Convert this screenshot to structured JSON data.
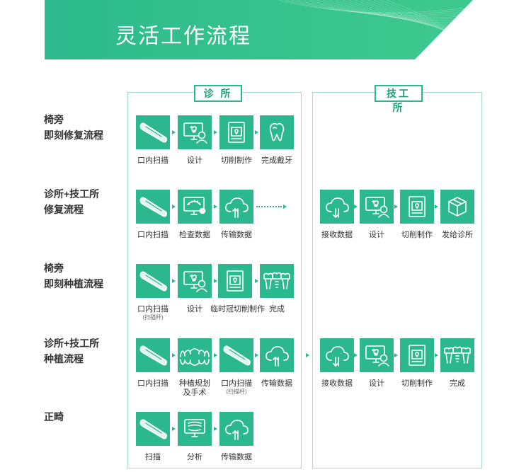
{
  "banner": {
    "title": "灵活工作流程"
  },
  "panels": {
    "clinic": "诊 所",
    "lab": "技工所"
  },
  "rows": [
    {
      "label": [
        "椅旁",
        "即刻修复流程"
      ],
      "steps": [
        {
          "icon": "scanner-icon",
          "label": "口内扫描"
        },
        {
          "icon": "design-icon",
          "label": "设计"
        },
        {
          "icon": "milling-icon",
          "label": "切削制作"
        },
        {
          "icon": "tooth-icon",
          "label": "完成戴牙"
        }
      ]
    },
    {
      "label": [
        "诊所+技工所",
        "修复流程"
      ],
      "steps": [
        {
          "icon": "scanner-icon",
          "label": "口内扫描"
        },
        {
          "icon": "check-data-icon",
          "label": "检查数据"
        },
        {
          "icon": "cloud-upload-icon",
          "label": "传输数据"
        }
      ],
      "lab_steps": [
        {
          "icon": "cloud-download-icon",
          "label": "接收数据"
        },
        {
          "icon": "design-icon",
          "label": "设计"
        },
        {
          "icon": "milling-icon",
          "label": "切削制作"
        },
        {
          "icon": "box-icon",
          "label": "发给诊所"
        }
      ]
    },
    {
      "label": [
        "椅旁",
        "即刻种植流程"
      ],
      "steps": [
        {
          "icon": "scanner-icon",
          "label": "口内扫描",
          "sub": "(扫描杆)"
        },
        {
          "icon": "design-icon",
          "label": "设计"
        },
        {
          "icon": "milling-icon",
          "label": "临时冠切削制作"
        },
        {
          "icon": "implant-icon",
          "label": "完成"
        }
      ]
    },
    {
      "label": [
        "诊所+技工所",
        "种植流程"
      ],
      "steps": [
        {
          "icon": "scanner-icon",
          "label": "口内扫描"
        },
        {
          "icon": "dental-arch-icon",
          "label": "种植规划",
          "label2": "及手术"
        },
        {
          "icon": "scanner-icon",
          "label": "口内扫描",
          "sub": "(扫描杆)"
        },
        {
          "icon": "cloud-upload-icon",
          "label": "传输数据"
        }
      ],
      "lab_steps": [
        {
          "icon": "cloud-download-icon",
          "label": "接收数据"
        },
        {
          "icon": "design-icon",
          "label": "设计"
        },
        {
          "icon": "milling-icon",
          "label": "切削制作"
        },
        {
          "icon": "implant-icon",
          "label": "完成"
        }
      ]
    },
    {
      "label": [
        "正畸"
      ],
      "steps": [
        {
          "icon": "scanner-icon",
          "label": "扫描"
        },
        {
          "icon": "analysis-icon",
          "label": "分析"
        },
        {
          "icon": "cloud-upload-icon",
          "label": "传输数据"
        }
      ]
    }
  ],
  "colors": {
    "accent": "#2cb88f",
    "accent_dark": "#1f9f7a",
    "border": "#a6dcc7"
  }
}
